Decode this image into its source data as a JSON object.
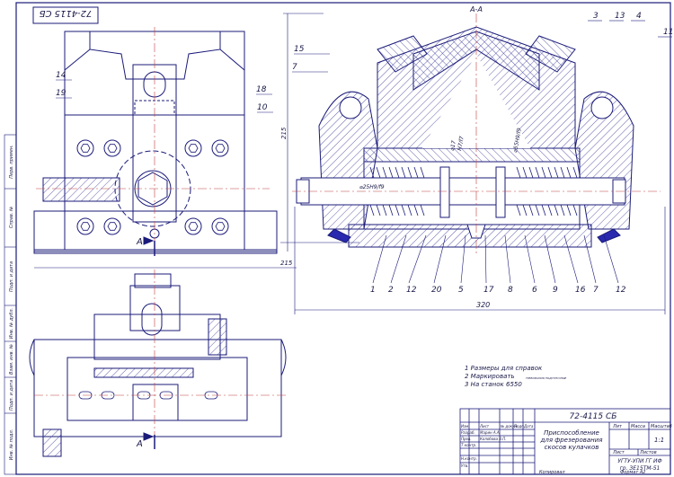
{
  "drawing_code": "72-4115 СБ",
  "drawing_code_mirrored": "72-4115 СБ",
  "section_label": "А-А",
  "view_arrow_label": "А",
  "dims": {
    "overall_width": "320",
    "height_right": "215",
    "height_left": "215",
    "fit_left": "⌀25Н9/f9",
    "fit_right": "⌀55Н9/f9",
    "fit_mid_1": "⌀17",
    "fit_mid_2": "Н7/f7"
  },
  "callouts": {
    "top_right": [
      "3",
      "13",
      "4",
      "11"
    ],
    "top_left": [
      "15",
      "7"
    ],
    "left_front": [
      "14",
      "19",
      "18",
      "10"
    ],
    "bottom": [
      "1",
      "2",
      "12",
      "20",
      "5",
      "17",
      "8",
      "6",
      "9",
      "16",
      "7",
      "12"
    ]
  },
  "notes": [
    "1  Размеры для справок",
    "2  Маркировать",
    "3  На станок 6550"
  ],
  "notes_small": "ТРЕБОВАНИЯ ПОДСТРОЧНЫЕ",
  "title_block": {
    "code": "72-4115 СБ",
    "name_line1": "Приспособление",
    "name_line2": "для фрезерования",
    "name_line3": "скосов кулачков",
    "col_lit": "Лит",
    "col_mass": "Масса",
    "col_scale": "Масштаб",
    "scale_value": "1:1",
    "sheet_label": "Лист",
    "sheets_label": "Листов",
    "org_line1": "УГТУ-УПИ  ГГ  ИФ",
    "org_line2": "гр. ЗЕ15ТМ-51",
    "rows": [
      {
        "role": "Изм.",
        "sign": "Лист",
        "doc": "№ докум.",
        "sig": "Подп.",
        "date": "Дата"
      },
      {
        "role": "Разраб.",
        "sign": "Марин А.А.",
        "doc": "",
        "sig": "",
        "date": ""
      },
      {
        "role": "Пров.",
        "sign": "Колобова В.П.",
        "doc": "",
        "sig": "",
        "date": ""
      },
      {
        "role": "Т.контр.",
        "sign": "",
        "doc": "",
        "sig": "",
        "date": ""
      },
      {
        "role": "Н.контр.",
        "sign": "",
        "doc": "",
        "sig": "",
        "date": ""
      },
      {
        "role": "Утв.",
        "sign": "",
        "doc": "",
        "sig": "",
        "date": ""
      }
    ],
    "copied": "Копировал",
    "format": "Формат  А2"
  },
  "side_strip": [
    "Перв. примен.",
    "Справ. №",
    "Подп. и дата",
    "Инв. № дубл.",
    "Взам. инв. №",
    "Подп. и дата",
    "Инв. № подл."
  ],
  "colors": {
    "line": "#1b1b7a",
    "hatch": "#3a3a9a",
    "center": "#c04040",
    "text": "#1a1a4a"
  }
}
